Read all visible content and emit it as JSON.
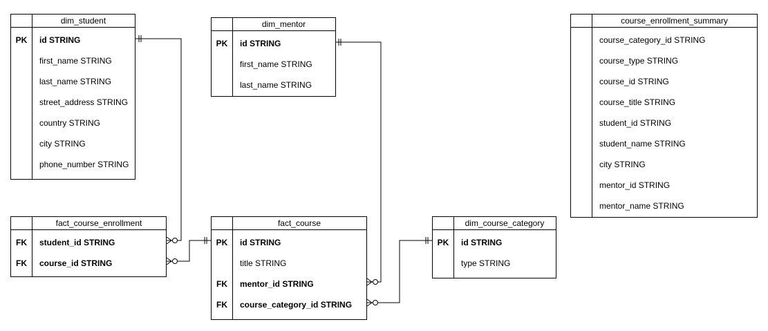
{
  "diagram": {
    "entities": [
      {
        "id": "dim-student",
        "name": "dim_student",
        "fields": [
          {
            "key": "PK",
            "text": "id STRING",
            "bold": true
          },
          {
            "key": "",
            "text": "first_name STRING",
            "bold": false
          },
          {
            "key": "",
            "text": "last_name STRING",
            "bold": false
          },
          {
            "key": "",
            "text": "street_address STRING",
            "bold": false
          },
          {
            "key": "",
            "text": "country STRING",
            "bold": false
          },
          {
            "key": "",
            "text": "city STRING",
            "bold": false
          },
          {
            "key": "",
            "text": "phone_number STRING",
            "bold": false
          }
        ]
      },
      {
        "id": "dim-mentor",
        "name": "dim_mentor",
        "fields": [
          {
            "key": "PK",
            "text": "id STRING",
            "bold": true
          },
          {
            "key": "",
            "text": "first_name STRING",
            "bold": false
          },
          {
            "key": "",
            "text": "last_name STRING",
            "bold": false
          }
        ]
      },
      {
        "id": "course-enrollment-summary",
        "name": "course_enrollment_summary",
        "fields": [
          {
            "key": "",
            "text": "course_category_id STRING",
            "bold": false
          },
          {
            "key": "",
            "text": "course_type STRING",
            "bold": false
          },
          {
            "key": "",
            "text": "course_id STRING",
            "bold": false
          },
          {
            "key": "",
            "text": "course_title STRING",
            "bold": false
          },
          {
            "key": "",
            "text": "student_id STRING",
            "bold": false
          },
          {
            "key": "",
            "text": "student_name STRING",
            "bold": false
          },
          {
            "key": "",
            "text": "city STRING",
            "bold": false
          },
          {
            "key": "",
            "text": "mentor_id STRING",
            "bold": false
          },
          {
            "key": "",
            "text": "mentor_name STRING",
            "bold": false
          }
        ]
      },
      {
        "id": "fact-course-enrollment",
        "name": "fact_course_enrollment",
        "fields": [
          {
            "key": "FK",
            "text": "student_id STRING",
            "bold": true
          },
          {
            "key": "FK",
            "text": "course_id STRING",
            "bold": true
          }
        ]
      },
      {
        "id": "fact-course",
        "name": "fact_course",
        "fields": [
          {
            "key": "PK",
            "text": "id STRING",
            "bold": true
          },
          {
            "key": "",
            "text": "title STRING",
            "bold": false
          },
          {
            "key": "FK",
            "text": "mentor_id STRING",
            "bold": true
          },
          {
            "key": "FK",
            "text": "course_category_id STRING",
            "bold": true
          }
        ]
      },
      {
        "id": "dim-course-category",
        "name": "dim_course_category",
        "fields": [
          {
            "key": "PK",
            "text": "id STRING",
            "bold": true
          },
          {
            "key": "",
            "text": "type STRING",
            "bold": false
          }
        ]
      }
    ]
  },
  "colors": {
    "line": "#000000",
    "background": "#ffffff"
  }
}
